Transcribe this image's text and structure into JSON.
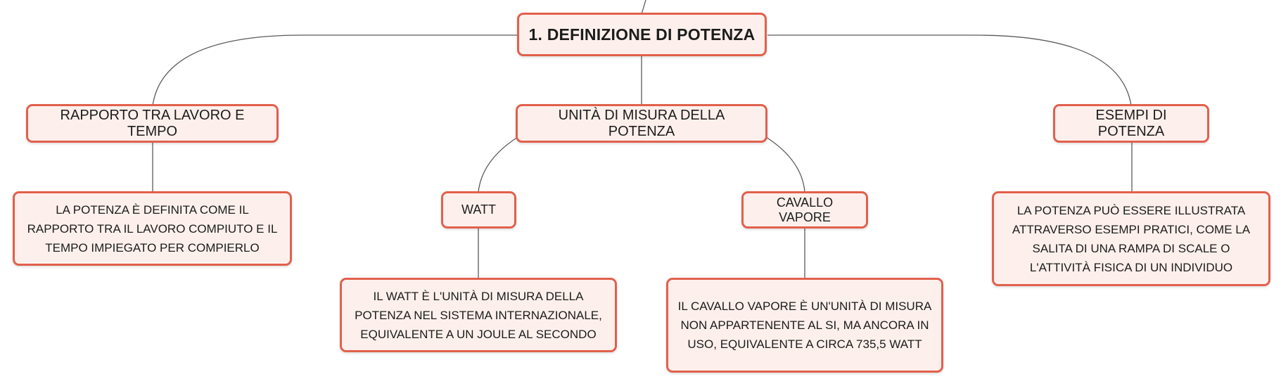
{
  "diagram": {
    "root": {
      "label": "1. DEFINIZIONE DI POTENZA"
    },
    "branches": {
      "ratio": {
        "label": "RAPPORTO TRA LAVORO E TEMPO",
        "detail": "LA POTENZA È DEFINITA COME IL RAPPORTO TRA IL LAVORO COMPIUTO E IL TEMPO IMPIEGATO PER COMPIERLO"
      },
      "units": {
        "label": "UNITÀ DI MISURA DELLA POTENZA",
        "watt": {
          "label": "WATT",
          "detail": "IL WATT È L'UNITÀ DI MISURA DELLA POTENZA NEL SISTEMA INTERNAZIONALE, EQUIVALENTE A UN JOULE AL SECONDO"
        },
        "horsepower": {
          "label": "CAVALLO VAPORE",
          "detail": "IL CAVALLO VAPORE È UN'UNITÀ DI MISURA NON APPARTENENTE AL SI, MA ANCORA IN USO, EQUIVALENTE A CIRCA 735,5 WATT"
        }
      },
      "examples": {
        "label": "ESEMPI DI POTENZA",
        "detail": "LA POTENZA PUÒ ESSERE ILLUSTRATA ATTRAVERSO ESEMPI PRATICI, COME LA SALITA DI UNA RAMPA DI SCALE O L'ATTIVITÀ FISICA DI UN INDIVIDUO"
      }
    },
    "colors": {
      "node_border": "#e2604c",
      "node_fill": "#fdf0ec",
      "connector": "#5a5a5a",
      "text": "#1c1c1c"
    }
  }
}
